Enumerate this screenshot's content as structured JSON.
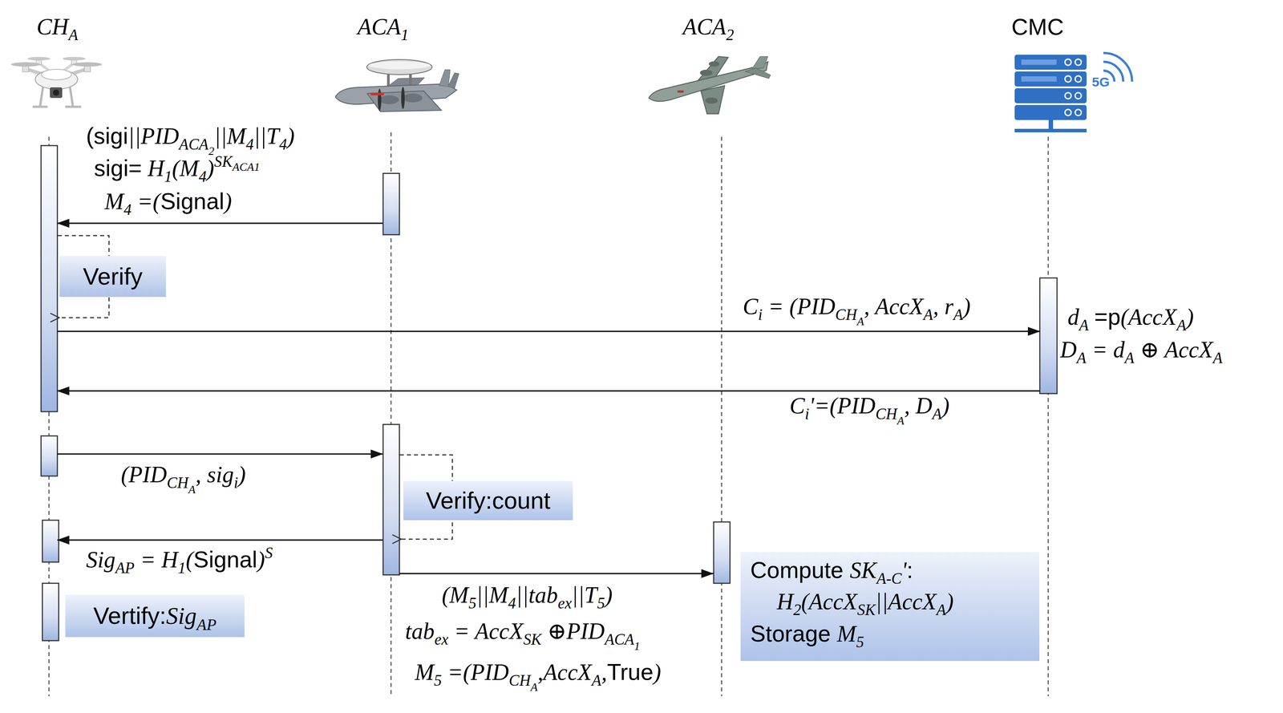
{
  "diagram": {
    "nodes": [
      {
        "text": [
          "CHA"
        ]
      },
      {
        "text": [
          "ACA1"
        ]
      },
      {
        "text": [
          "ACA2"
        ]
      },
      {
        "text": [
          "CMC"
        ]
      },
      {
        "text": [
          "Verify"
        ]
      },
      {
        "text": [
          "Verify:count"
        ]
      },
      {
        "text": [
          "Vertify:SigAP"
        ]
      },
      {
        "text": [
          "Compute SKA-C':",
          "H2(AccXSK||AccXA)",
          "Storage M5"
        ]
      }
    ],
    "edges": [
      {
        "from": 1,
        "to": 0,
        "arrow": "to",
        "label": "M4 =(Signal)"
      },
      {
        "from": 0,
        "to": 3,
        "arrow": "to",
        "label": "Ci = (PIDCHA, AccXA, rA)"
      },
      {
        "from": 3,
        "to": 0,
        "arrow": "to",
        "label": "Ci'=(PIDCHA, DA)"
      },
      {
        "from": 0,
        "to": 1,
        "arrow": "to",
        "label": "(PIDCHA, sigi)"
      },
      {
        "from": 1,
        "to": 0,
        "arrow": "to",
        "label": "SigAP = H1(Signal)S"
      },
      {
        "from": 1,
        "to": 2,
        "arrow": "to",
        "label": "(M5||M4||tabex||T5)"
      }
    ],
    "labels": [
      "5G",
      "(sigi||PIDACA2||M4||T4)",
      "sigi= H1(M4)SKACA1",
      "dA =p(AccXA)",
      "DA = dA ⊕ AccXA",
      "tabex = AccXSK ⊕PIDACA1",
      "M5 =(PIDCHA,AccXA,True)"
    ]
  }
}
